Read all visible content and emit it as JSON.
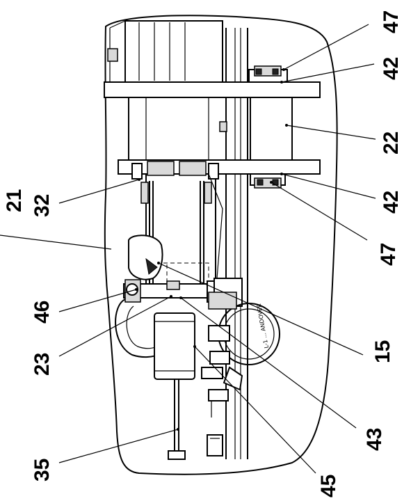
{
  "callouts": {
    "c47a": "47",
    "c42a": "42",
    "c22": "22",
    "c42b": "42",
    "c47b": "47",
    "c21": "21",
    "c32": "32",
    "c46": "46",
    "c23": "23",
    "c15": "15",
    "c43": "43",
    "c35": "35",
    "c45": "45"
  },
  "stamp": "L-1 ... ANDOVER"
}
